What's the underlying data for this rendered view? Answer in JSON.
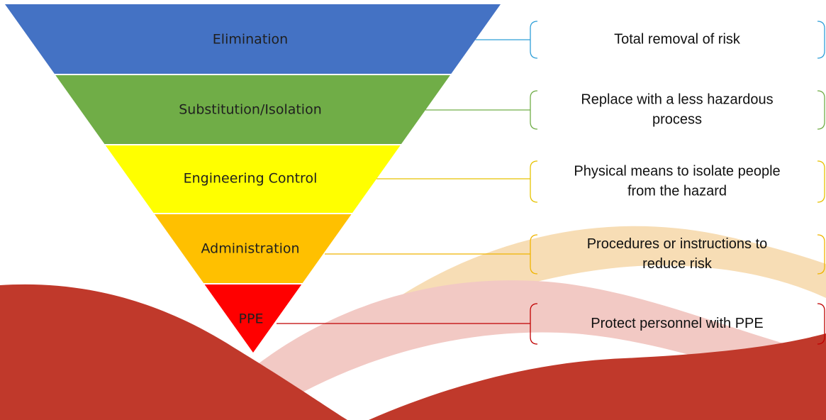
{
  "tiers": [
    {
      "label": "Elimination",
      "color": "#4472c4",
      "line_color": "#2f9fd8",
      "description": [
        "Total removal of risk"
      ]
    },
    {
      "label": "Substitution/Isolation",
      "color": "#70ad47",
      "line_color": "#70ad47",
      "description": [
        "Replace with a less hazardous",
        "process"
      ]
    },
    {
      "label": "Engineering Control",
      "color": "#ffff00",
      "line_color": "#e6c200",
      "description": [
        "Physical means to isolate people",
        "from the hazard"
      ]
    },
    {
      "label": "Administration",
      "color": "#ffc000",
      "line_color": "#f0b400",
      "description": [
        "Procedures or instructions to",
        "reduce risk"
      ]
    },
    {
      "label": "PPE",
      "color": "#ff0000",
      "line_color": "#c00000",
      "description": [
        "Protect personnel with PPE"
      ]
    }
  ],
  "background": {
    "wave_dark": "#c0392b",
    "wave_light": "#f2c9c4",
    "wave_orange": "#f6d7a8"
  }
}
